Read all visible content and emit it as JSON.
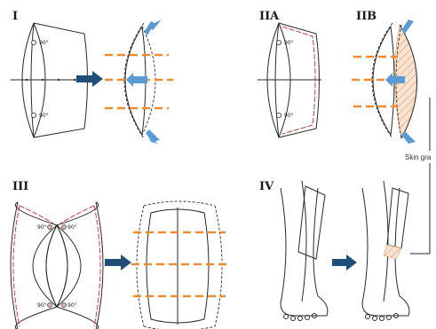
{
  "panels": {
    "panel_1": {
      "label": "I"
    },
    "panel_2a": {
      "label": "IIA"
    },
    "panel_2b": {
      "label": "IIB"
    },
    "panel_3": {
      "label": "III"
    },
    "panel_4": {
      "label": "IV"
    }
  },
  "angle_labels": {
    "deg_1_top": "90°",
    "deg_1_bottom": "90°",
    "deg_2a_top": "90°",
    "deg_2a_bottom": "90°",
    "deg_3_tl": "90°",
    "deg_3_tr": "90°",
    "deg_3_bl": "90°",
    "deg_3_br": "90°"
  },
  "annotations": {
    "skin_graft": "Skin gra"
  },
  "colors": {
    "arrow_navy": "#1f4e79",
    "push_arrow_blue": "#5b9bd5",
    "tension_line_orange": "#ef8a2e",
    "incision_red": "#d23b3b",
    "graft_hatch": "#e59a6a"
  },
  "icons": {
    "transition_arrow": "navy-right-arrow",
    "push_arrow": "blue-block-arrow"
  }
}
